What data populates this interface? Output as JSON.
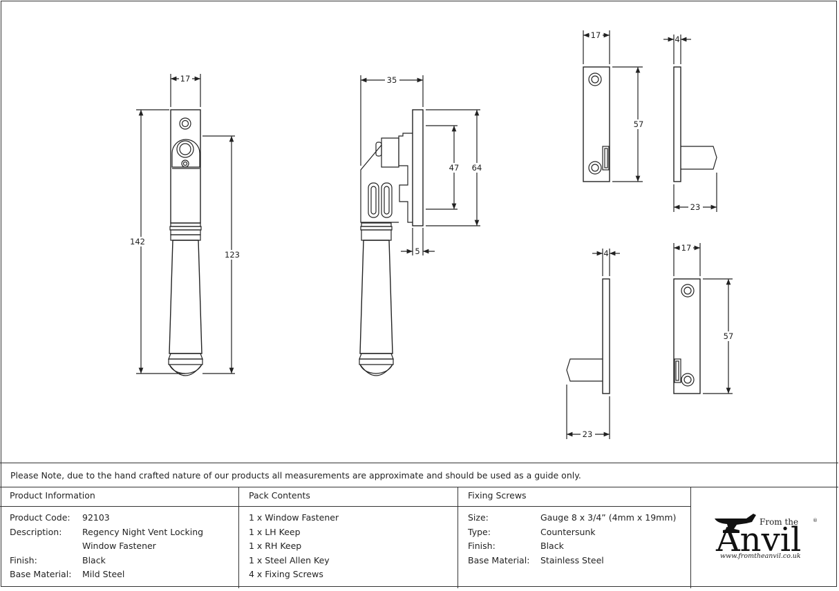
{
  "dimensions": {
    "fastener_front_width": "17",
    "fastener_front_height": "142",
    "fastener_front_handle_height": "123",
    "fastener_side_depth": "35",
    "fastener_side_plate_height": "64",
    "fastener_side_inner_height": "47",
    "fastener_side_plate_thickness": "5",
    "keep_top_width": "17",
    "keep_top_height": "57",
    "keep_top_side_thickness": "4",
    "keep_top_side_depth": "23",
    "keep_bottom_side_thickness": "4",
    "keep_bottom_side_depth": "23",
    "keep_bottom_width": "17",
    "keep_bottom_height": "57"
  },
  "note": "Please Note, due to the hand crafted nature of our products all measurements are approximate and should be used as a guide only.",
  "product_information": {
    "heading": "Product Information",
    "rows": [
      {
        "label": "Product Code:",
        "value": "92103"
      },
      {
        "label": "Description:",
        "value": "Regency Night Vent Locking"
      },
      {
        "label": "",
        "value": "Window Fastener"
      },
      {
        "label": "Finish:",
        "value": "Black"
      },
      {
        "label": "Base Material:",
        "value": "Mild Steel"
      }
    ]
  },
  "pack_contents": {
    "heading": "Pack Contents",
    "items": [
      "1 x Window Fastener",
      "1 x LH Keep",
      "1 x RH Keep",
      "1 x Steel Allen Key",
      "4 x Fixing Screws"
    ]
  },
  "fixing_screws": {
    "heading": "Fixing Screws",
    "rows": [
      {
        "label": "Size:",
        "value": "Gauge 8 x 3/4” (4mm x 19mm)"
      },
      {
        "label": "Type:",
        "value": "Countersunk"
      },
      {
        "label": "Finish:",
        "value": "Black"
      },
      {
        "label": "Base Material:",
        "value": "Stainless Steel"
      }
    ]
  },
  "logo": {
    "from_the": "From the",
    "name": "Anvil",
    "registered": "®",
    "url": "www.fromtheanvil.co.uk"
  }
}
